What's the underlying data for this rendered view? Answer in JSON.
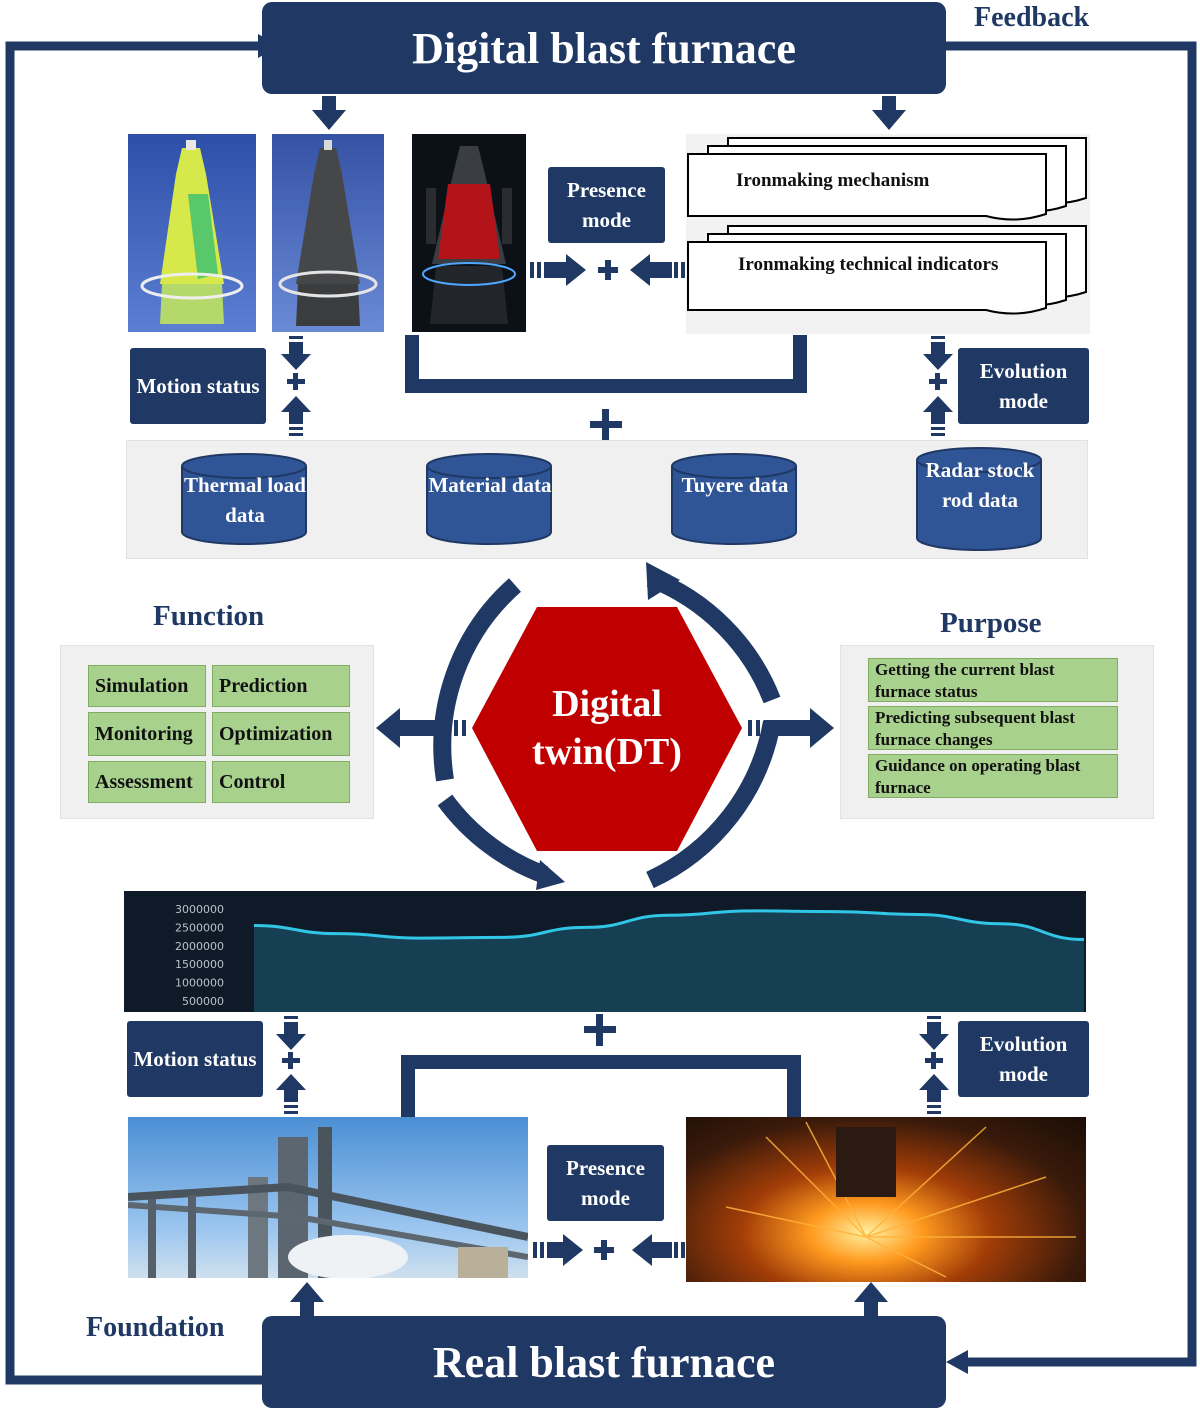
{
  "title": "Digital blast furnace",
  "bottom_title": "Real blast furnace",
  "feedback_label": "Feedback",
  "foundation_label": "Foundation",
  "center_label": "Digital twin(DT)",
  "presence_mode": "Presence mode",
  "motion_status": "Motion status",
  "evolution_mode": "Evolution mode",
  "documents": [
    "Ironmaking mechanism",
    "Ironmaking technical indicators"
  ],
  "databases": [
    "Thermal load data",
    "Material data",
    "Tuyere data",
    "Radar stock rod data"
  ],
  "function": {
    "heading": "Function",
    "items": [
      "Simulation",
      "Prediction",
      "Monitoring",
      "Optimization",
      "Assessment",
      "Control"
    ]
  },
  "purpose": {
    "heading": "Purpose",
    "items": [
      "Getting the current blast furnace status",
      "Predicting subsequent  blast furnace changes",
      "Guidance on operating  blast furnace"
    ]
  },
  "colors": {
    "navy": "#1f3864",
    "hex_red": "#c00000",
    "green": "#a9d18e",
    "chart_line": "#31c6e6"
  },
  "chart_data": {
    "type": "area",
    "yticks": [
      "3000000",
      "2500000",
      "2000000",
      "1500000",
      "1000000",
      "500000"
    ],
    "ylim": [
      500000,
      3000000
    ],
    "x": [
      0,
      1,
      2,
      3,
      4,
      5,
      6,
      7,
      8,
      9,
      10
    ],
    "values": [
      2550000,
      2330000,
      2210000,
      2230000,
      2500000,
      2830000,
      2950000,
      2930000,
      2850000,
      2600000,
      2170000
    ],
    "xlabel": "",
    "ylabel": "",
    "grid": false
  }
}
